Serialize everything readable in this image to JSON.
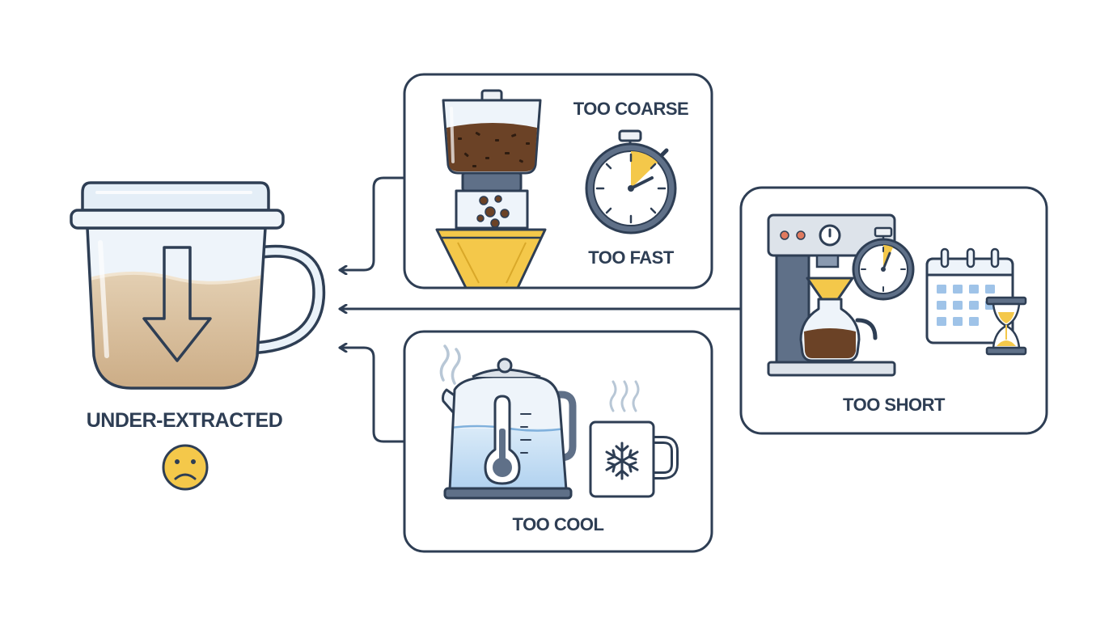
{
  "labels": {
    "result": "UNDER-EXTRACTED",
    "grind": "TOO COARSE",
    "flow": "TOO FAST",
    "time": "TOO SHORT",
    "temperature": "TOO COOL"
  },
  "icons": {
    "result": [
      "coffee-cup-icon",
      "down-arrow-icon",
      "sad-face-icon"
    ],
    "grind": [
      "coffee-grinder-icon",
      "paper-filter-icon",
      "stopwatch-icon"
    ],
    "time": [
      "espresso-machine-icon",
      "carafe-icon",
      "stopwatch-icon",
      "calendar-icon",
      "hourglass-icon"
    ],
    "temperature": [
      "kettle-icon",
      "thermometer-icon",
      "steam-icon",
      "cold-mug-icon",
      "snowflake-icon"
    ]
  },
  "colors": {
    "outline": "#2e3e54",
    "accent_yellow": "#f4c84a",
    "coffee": "#6b4226",
    "liquid": "#d8c2a4",
    "glass": "#e6f0f8",
    "water": "#c8e0f4",
    "steel": "#5f7088"
  }
}
